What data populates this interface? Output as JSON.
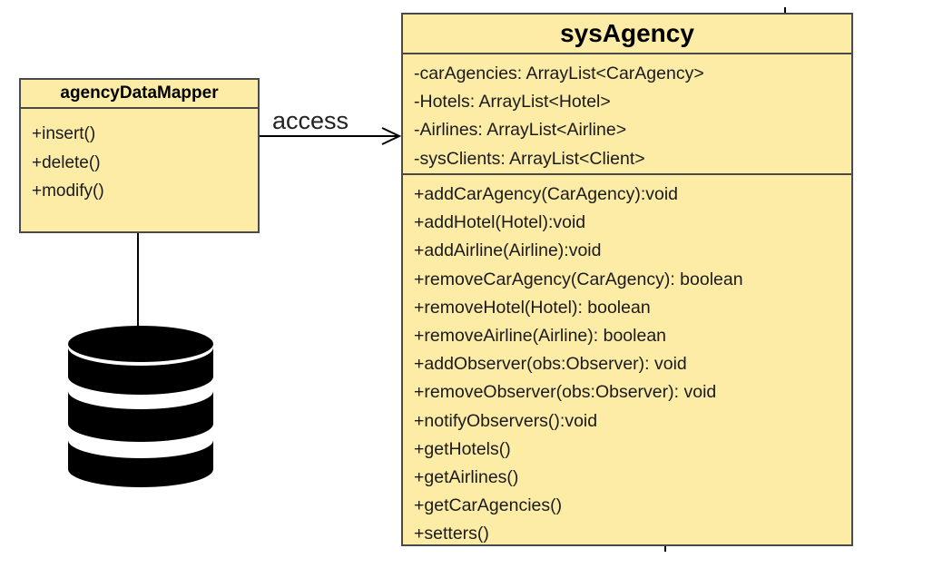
{
  "colors": {
    "class_fill": "#fdeca6",
    "border": "#4a4a4a",
    "database": "#000000"
  },
  "icons": [
    "database-icon",
    "arrow-head-icon"
  ],
  "mapper": {
    "title": "agencyDataMapper",
    "operations": [
      "+insert()",
      "+delete()",
      "+modify()"
    ]
  },
  "relationship": {
    "label": "access"
  },
  "agency": {
    "title": "sysAgency",
    "attributes": [
      "-carAgencies: ArrayList<CarAgency>",
      "-Hotels: ArrayList<Hotel>",
      "-Airlines: ArrayList<Airline>",
      "-sysClients: ArrayList<Client>"
    ],
    "operations": [
      "+addCarAgency(CarAgency):void",
      "+addHotel(Hotel):void",
      "+addAirline(Airline):void",
      "+removeCarAgency(CarAgency): boolean",
      "+removeHotel(Hotel): boolean",
      "+removeAirline(Airline): boolean",
      "+addObserver(obs:Observer): void",
      "+removeObserver(obs:Observer): void",
      "+notifyObservers():void",
      "+getHotels()",
      "+getAirlines()",
      "+getCarAgencies()",
      "+setters()"
    ]
  }
}
